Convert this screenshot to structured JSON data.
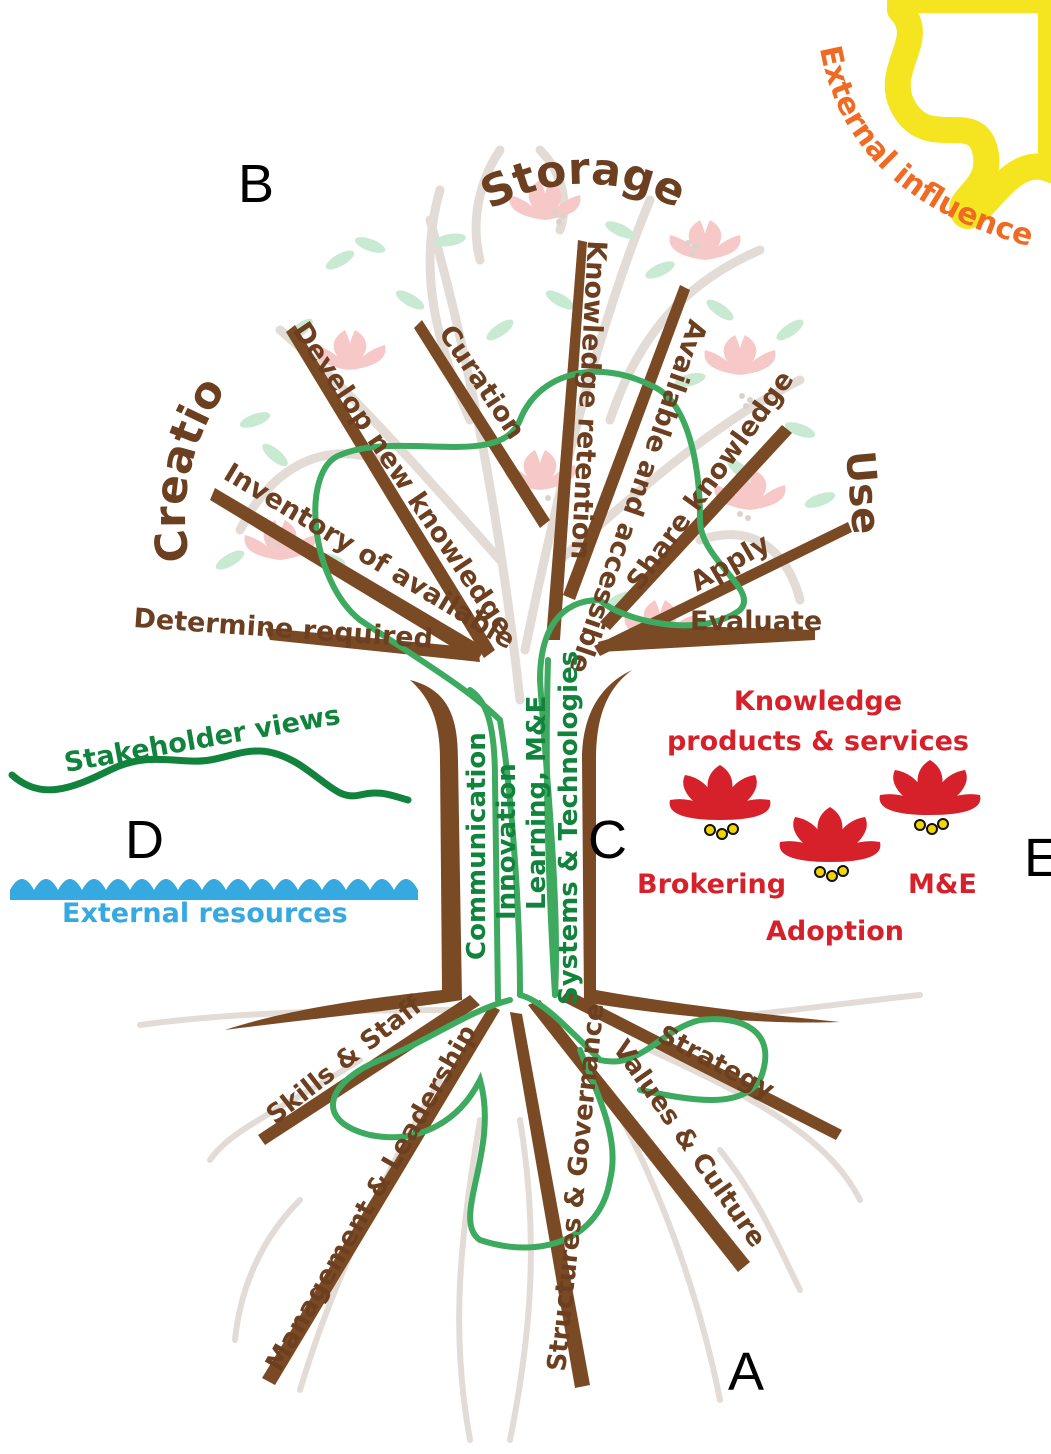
{
  "panel_labels": {
    "a": "A",
    "b": "B",
    "c": "C",
    "d": "D",
    "e": "E"
  },
  "sections": {
    "creation": "Creation",
    "storage": "Storage",
    "use": "Use",
    "external_influences": "External influences"
  },
  "branches": {
    "determine_required": "Determine required",
    "inventory_of_available": "Inventory of available",
    "develop_new_knowledge": "Develop new knowledge",
    "curation": "Curation",
    "knowledge_retention": "Knowledge retention",
    "available_and_accessible": "Available and accessible",
    "share_knowledge": "Share knowledge",
    "apply": "Apply",
    "evaluate": "Evaluate"
  },
  "trunk": {
    "communication": "Communication",
    "innovation": "Innovation",
    "learning_me": "Learning, M&E",
    "systems_technologies": "Systems & Technologies"
  },
  "roots": {
    "skills_staff": "Skills & Staff",
    "management_leadership": "Management & Leadership",
    "structures_governance": "Structures & Governance",
    "values_culture": "Values & Culture",
    "strategy": "Strategy"
  },
  "outputs": {
    "title_line1": "Knowledge",
    "title_line2": "products & services",
    "brokering": "Brokering",
    "adoption": "Adoption",
    "me": "M&E"
  },
  "environment": {
    "stakeholder_views": "Stakeholder views",
    "external_resources": "External resources"
  },
  "colors": {
    "brown": "#6b3f1f",
    "trunk_brown": "#7a4a25",
    "green": "#3daa5f",
    "dark_green": "#11833c",
    "red": "#d6202a",
    "blue": "#36a9e1",
    "yellow": "#f4e520",
    "orange": "#f06a24",
    "background_branch": "#e3dcd6",
    "leaf": "#c8ead3",
    "flower": "#f6c8c8"
  }
}
